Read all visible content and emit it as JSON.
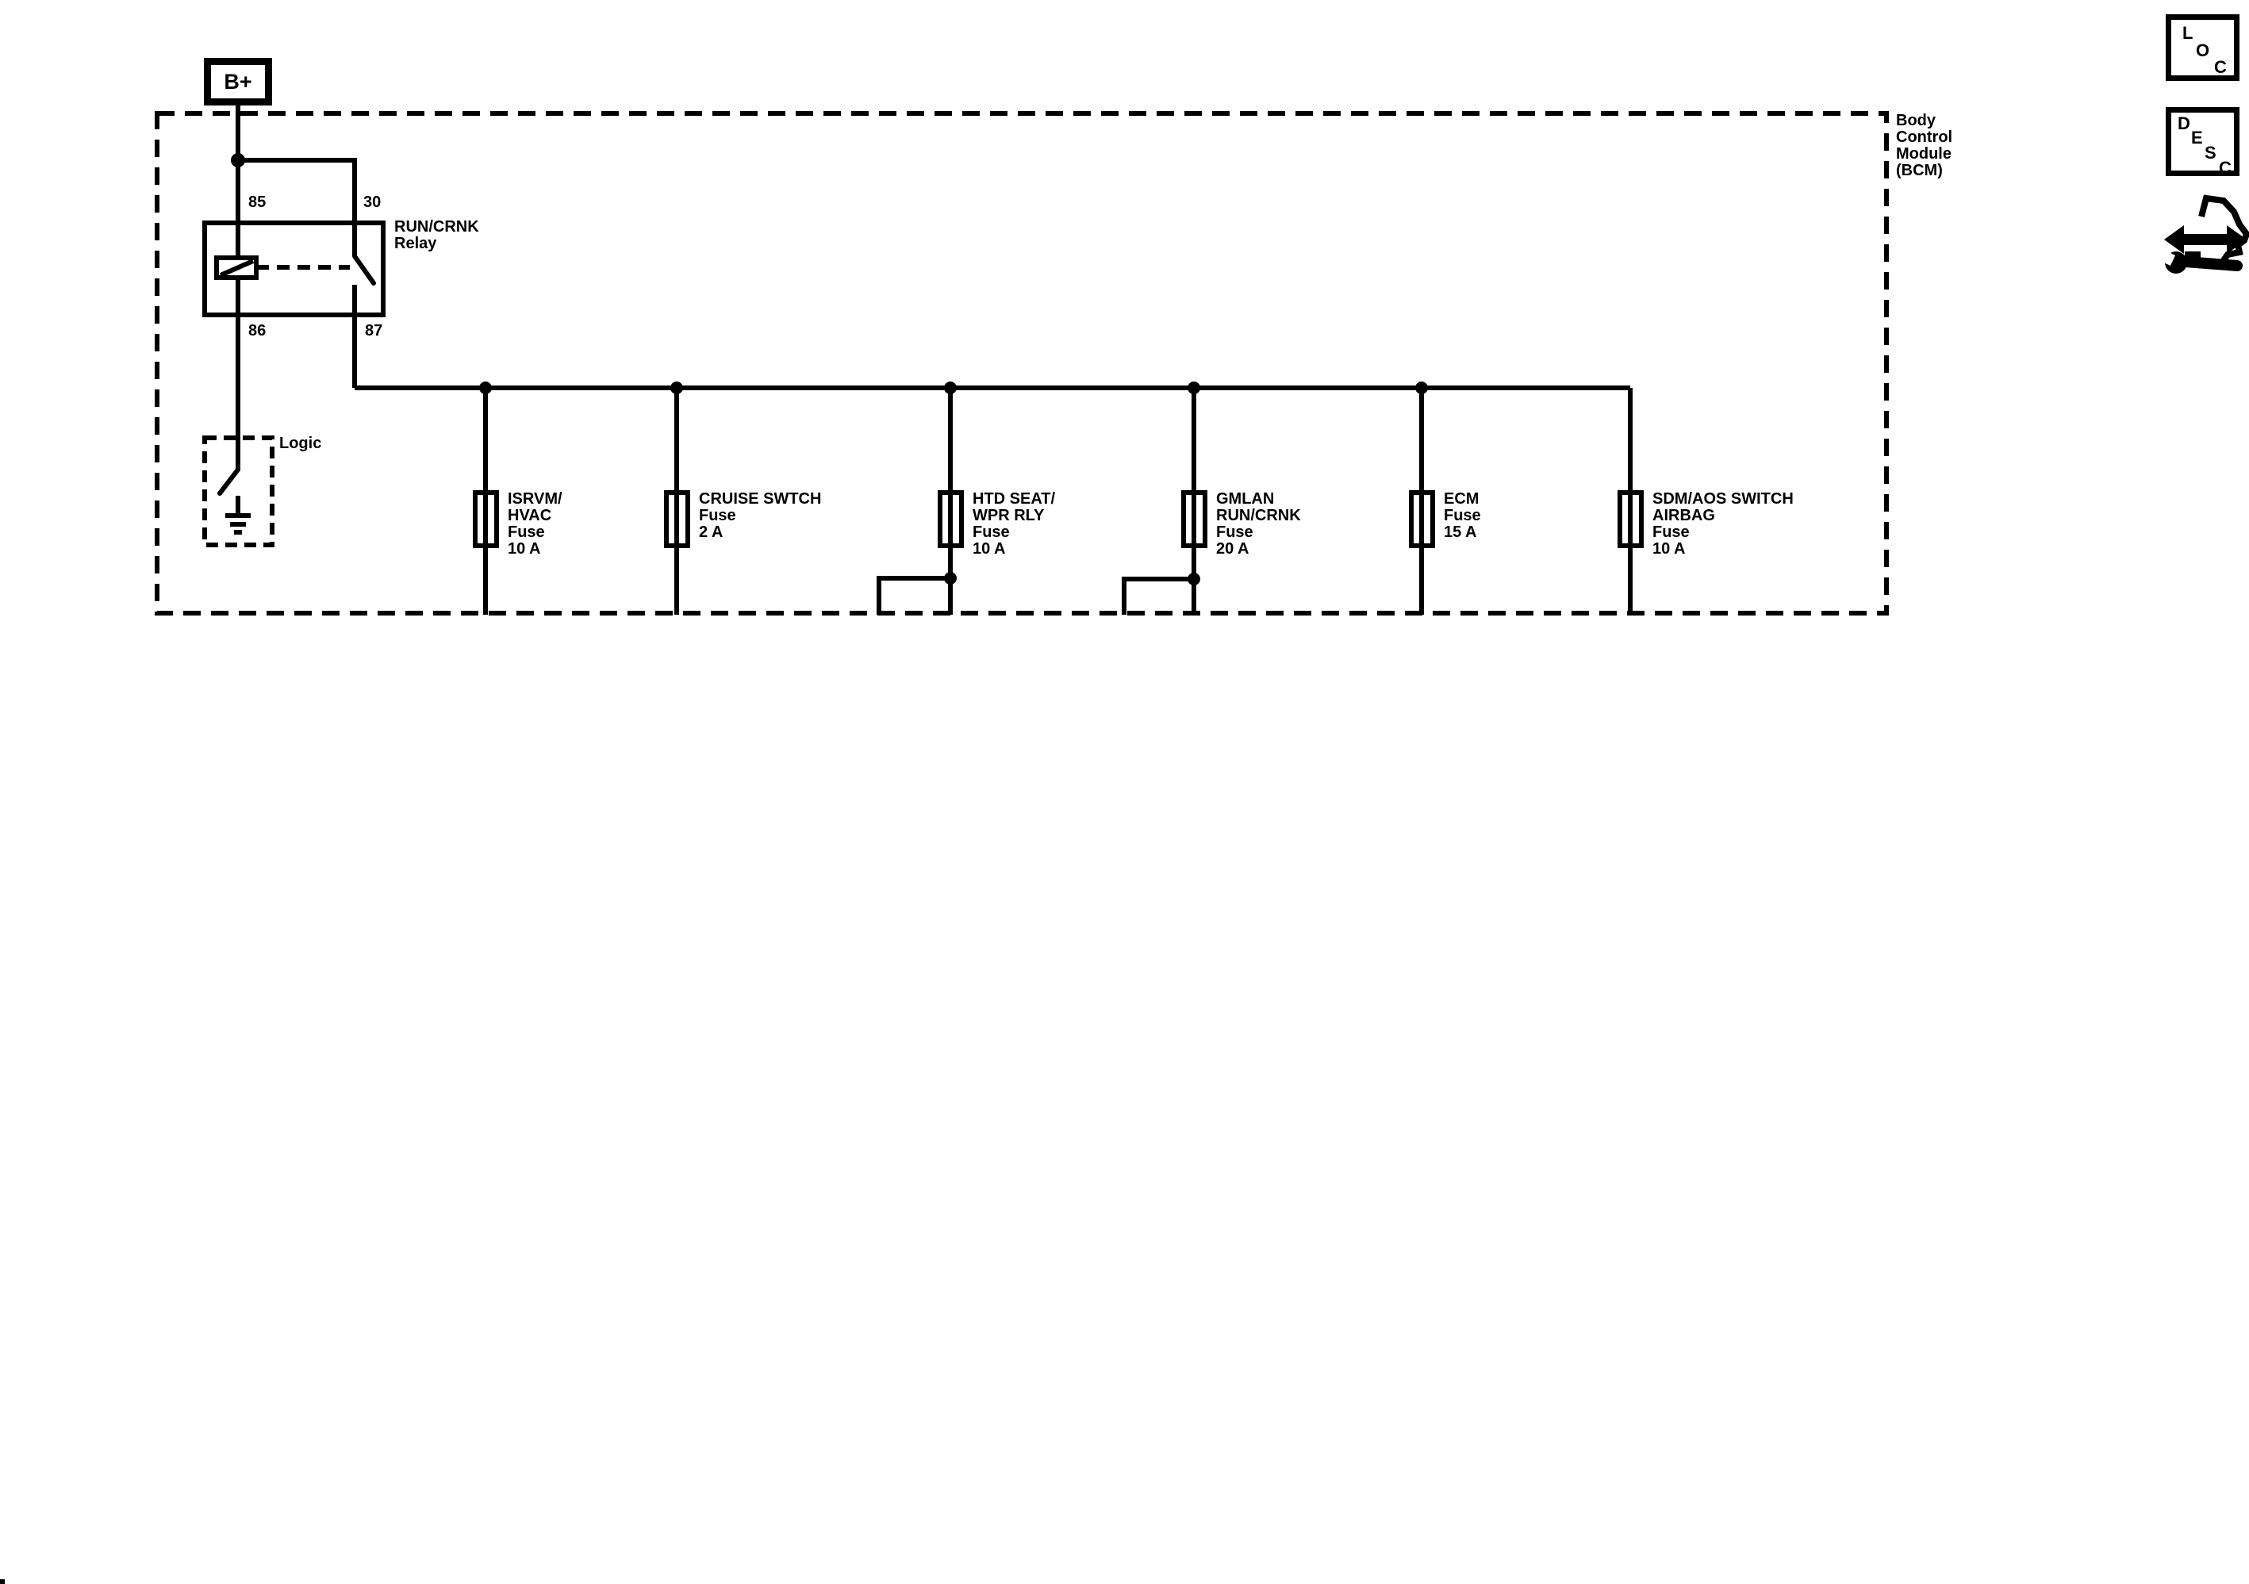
{
  "diagram": {
    "title_block": {
      "power_terminal": "B+",
      "module_label": "Body\nControl\nModule\n(BCM)"
    },
    "relay": {
      "name": "RUN/CRNK\nRelay",
      "pin_85": "85",
      "pin_30": "30",
      "pin_86": "86",
      "pin_87": "87"
    },
    "logic_label": "Logic",
    "fuses": [
      {
        "label": "ISRVM/\nHVAC\nFuse\n10 A"
      },
      {
        "label": "CRUISE SWTCH\nFuse\n2 A"
      },
      {
        "label": "HTD SEAT/\nWPR RLY\nFuse\n10 A"
      },
      {
        "label": "GMLAN\nRUN/CRNK\nFuse\n20 A"
      },
      {
        "label": "ECM\nFuse\n15 A"
      },
      {
        "label": "SDM/AOS SWITCH\nAIRBAG\nFuse\n10 A"
      }
    ],
    "icons": {
      "loc": {
        "semantic": "loc-link-icon",
        "letters": [
          "L",
          "O",
          "C"
        ]
      },
      "desc": {
        "semantic": "desc-link-icon",
        "letters": [
          "D",
          "E",
          "S",
          "C"
        ]
      },
      "nav": {
        "semantic": "hand-arrow-wrench-icon"
      }
    },
    "colors": {
      "line": "#000000",
      "background": "#ffffff"
    }
  }
}
